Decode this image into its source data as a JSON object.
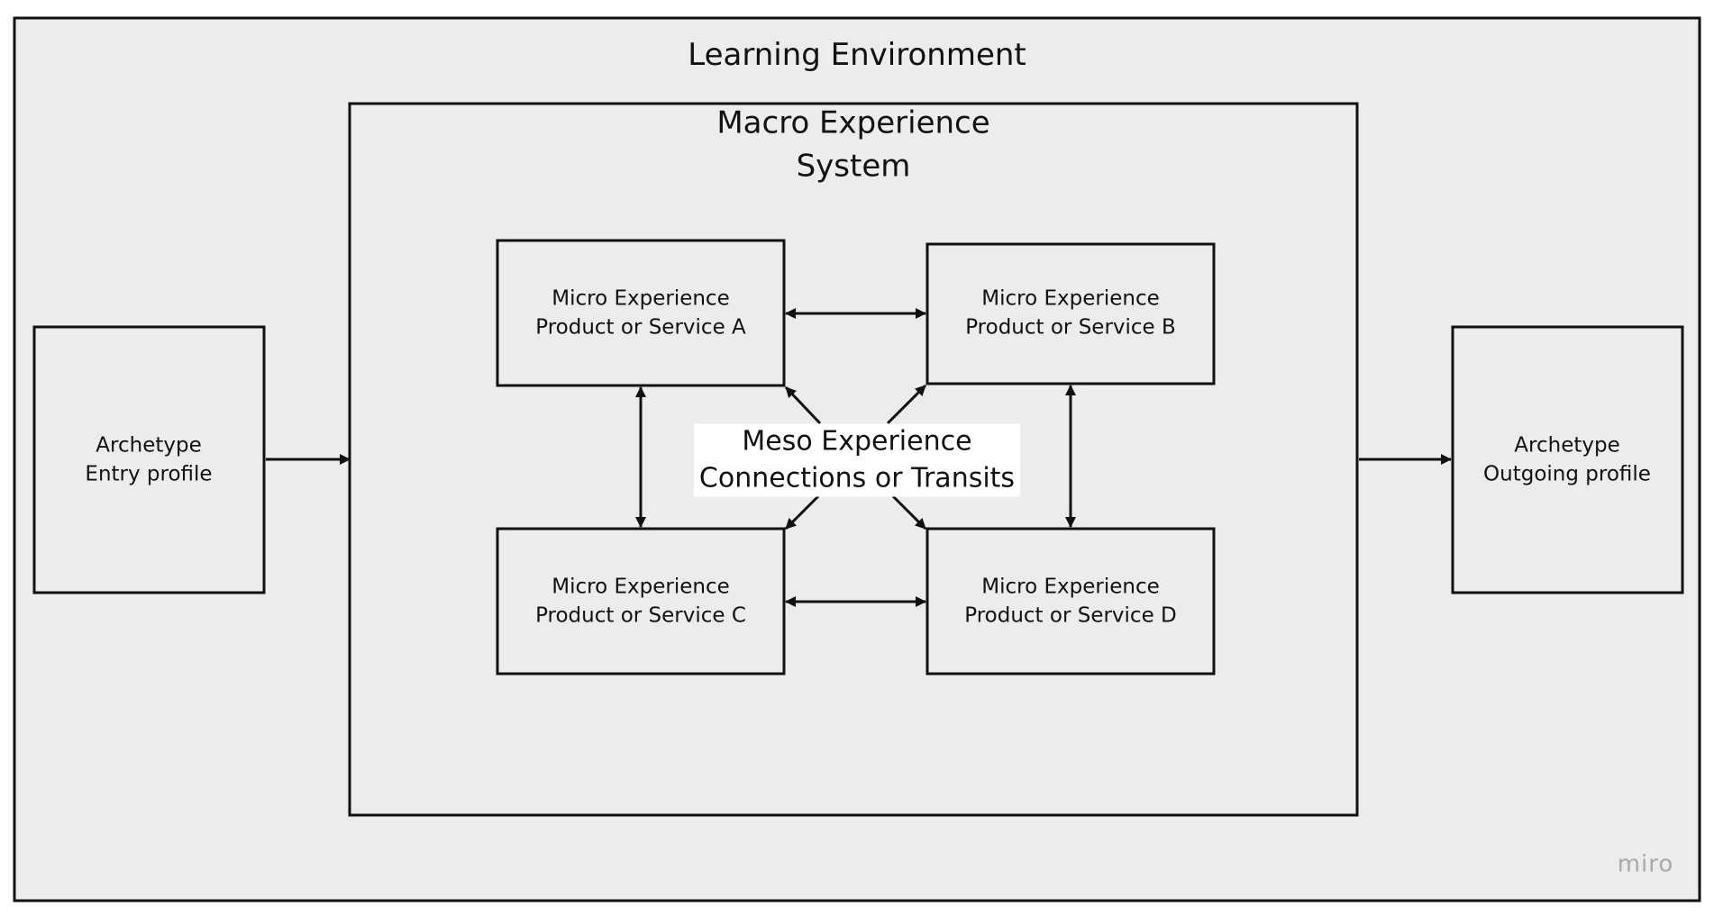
{
  "colors": {
    "canvas": "#ffffff",
    "panel": "#ececec",
    "ink": "#111111",
    "watermark": "#a9a9a9"
  },
  "diagram": {
    "environment_title": "Learning Environment",
    "macro": {
      "line1": "Macro Experience",
      "line2": "System"
    },
    "meso": {
      "line1": "Meso Experience",
      "line2": "Connections or Transits"
    },
    "micro_a": {
      "line1": "Micro Experience",
      "line2": "Product or Service A"
    },
    "micro_b": {
      "line1": "Micro Experience",
      "line2": "Product or Service B"
    },
    "micro_c": {
      "line1": "Micro Experience",
      "line2": "Product or Service C"
    },
    "micro_d": {
      "line1": "Micro Experience",
      "line2": "Product or Service D"
    },
    "entry": {
      "line1": "Archetype",
      "line2": "Entry profile"
    },
    "outgoing": {
      "line1": "Archetype",
      "line2": "Outgoing profile"
    },
    "watermark": "miro"
  }
}
